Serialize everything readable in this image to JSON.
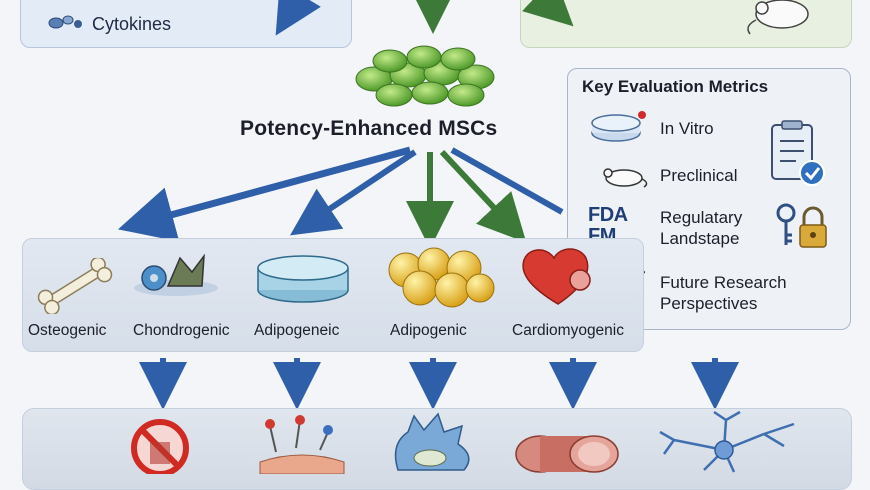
{
  "top_left": {
    "label": "Cytokines"
  },
  "center": {
    "title": "Potency-Enhanced MSCs"
  },
  "metrics": {
    "title": "Key Evaluation Metrics",
    "items": [
      {
        "label": "In Vitro",
        "icon": "petri-dish-icon"
      },
      {
        "label": "Preclinical",
        "icon": "mouse-icon"
      },
      {
        "label_line1": "Regulatary",
        "label_line2": "Landstape",
        "logo_line1": "FDA",
        "logo_line2": "FM",
        "icon": "lock-key-icon"
      },
      {
        "label_line1": "Future Research",
        "label_line2": "Perspectives",
        "icon": "checkmark-icon"
      }
    ]
  },
  "differentiation": [
    {
      "label": "Osteogenic",
      "icon": "bone-icon"
    },
    {
      "label": "Chondrogenic",
      "icon": "cartilage-icon"
    },
    {
      "label": "Adipogeneic",
      "icon": "fat-disc-icon"
    },
    {
      "label": "Adipogenic",
      "icon": "fat-cells-icon"
    },
    {
      "label": "Cardiomyogenic",
      "icon": "heart-icon"
    }
  ],
  "colors": {
    "arrow_blue": "#2f5fa8",
    "arrow_green": "#3d7a3a",
    "cell_green": "#7dc24a",
    "heart_red": "#d63a30"
  }
}
